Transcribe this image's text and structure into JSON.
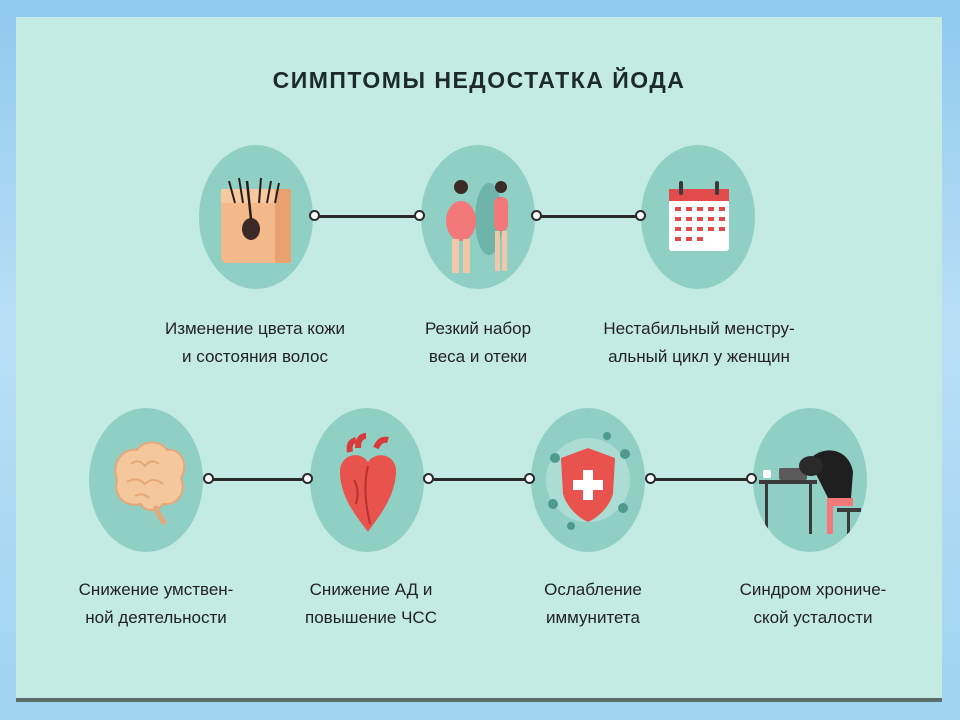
{
  "title": "СИМПТОМЫ НЕДОСТАТКА ЙОДА",
  "symptoms": [
    {
      "label_line1": "Изменение цвета кожи",
      "label_line2": "и состояния волос",
      "icon": "skin-hair-icon"
    },
    {
      "label_line1": "Резкий набор",
      "label_line2": "веса и отеки",
      "icon": "weight-gain-icon"
    },
    {
      "label_line1": "Нестабильный менстру-",
      "label_line2": "альный цикл у женщин",
      "icon": "calendar-icon"
    },
    {
      "label_line1": "Снижение умствен-",
      "label_line2": "ной деятельности",
      "icon": "brain-icon"
    },
    {
      "label_line1": "Снижение АД и",
      "label_line2": "повышение ЧСС",
      "icon": "heart-icon"
    },
    {
      "label_line1": "Ослабление",
      "label_line2": "иммунитета",
      "icon": "immunity-shield-icon"
    },
    {
      "label_line1": "Синдром хрониче-",
      "label_line2": "ской усталости",
      "icon": "fatigue-person-icon"
    }
  ],
  "colors": {
    "panel": "#c3ebe4",
    "circle": "#8fcfc4",
    "connector": "#2a2a2a",
    "accent_red": "#e8534d"
  }
}
